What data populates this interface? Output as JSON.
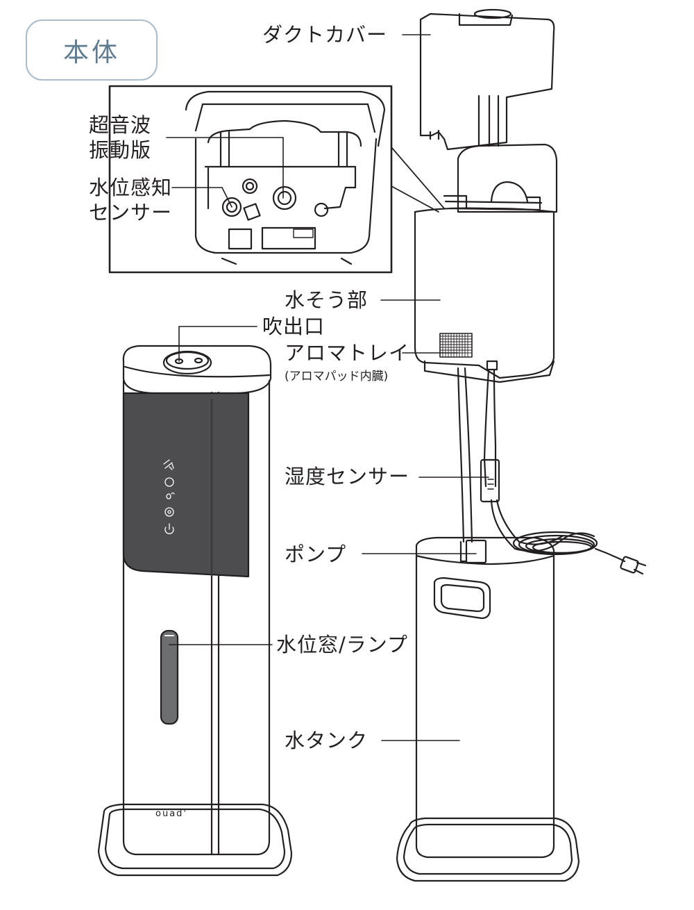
{
  "title_badge": "本体",
  "labels": {
    "duct_cover": "ダクトカバー",
    "ultrasonic": [
      "超音波",
      "振動版"
    ],
    "water_level_sensor": [
      "水位感知",
      "センサー"
    ],
    "water_tank_unit": "水そう部",
    "outlet": "吹出口",
    "aroma_tray": "アロマトレイ",
    "aroma_tray_note": "(アロマパッド内臓)",
    "humidity_sensor": "湿度センサー",
    "pump": "ポンプ",
    "water_window": "水位窓/ランプ",
    "water_tank": "水タンク"
  },
  "brand": "ouad'",
  "colors": {
    "line": "#231f20",
    "panel": "#4d4d4f",
    "badge_border": "#a9bccb",
    "badge_text": "#5f7c91",
    "window": "#6d6e70"
  }
}
